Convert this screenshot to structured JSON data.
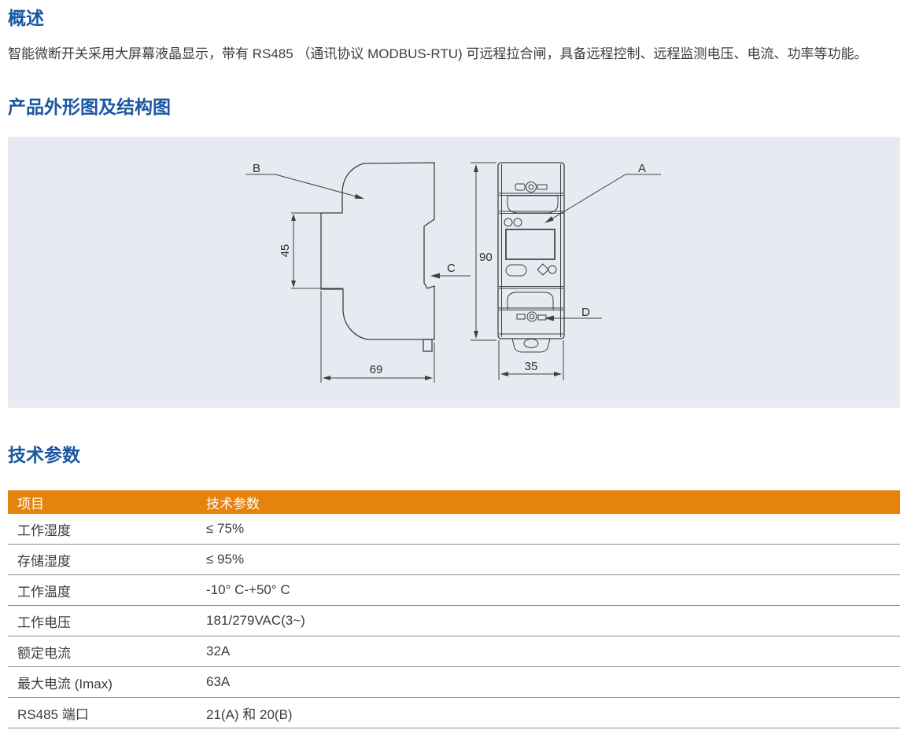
{
  "overview": {
    "heading": "概述",
    "body": "智能微断开关采用大屏幕液晶显示，带有 RS485 （通讯协议 MODBUS-RTU) 可远程拉合闸，具备远程控制、远程监测电压、电流、功率等功能。"
  },
  "diagram_section": {
    "heading": "产品外形图及结构图",
    "callouts": {
      "a": "A",
      "b": "B",
      "c": "C",
      "d": "D"
    },
    "dimensions_mm": {
      "side_height": "45",
      "side_depth": "69",
      "front_height": "90",
      "front_width": "35"
    }
  },
  "specs_section": {
    "heading": "技术参数",
    "table": {
      "col1_header": "项目",
      "col2_header": "技术参数",
      "rows": [
        {
          "item": "工作湿度",
          "value": "≤ 75%"
        },
        {
          "item": "存储湿度",
          "value": "≤ 95%"
        },
        {
          "item": "工作温度",
          "value": "-10° C-+50° C"
        },
        {
          "item": "工作电压",
          "value": "181/279VAC(3~)"
        },
        {
          "item": "额定电流",
          "value": "32A"
        },
        {
          "item": "最大电流 (Imax)",
          "value": "63A"
        },
        {
          "item": "RS485 端口",
          "value": "21(A) 和 20(B)"
        }
      ]
    }
  },
  "colors": {
    "heading_blue": "#1A57A2",
    "table_header_orange": "#E5830D",
    "diagram_background": "#E8EAF2",
    "drawing_stroke": "#3F3F44"
  }
}
